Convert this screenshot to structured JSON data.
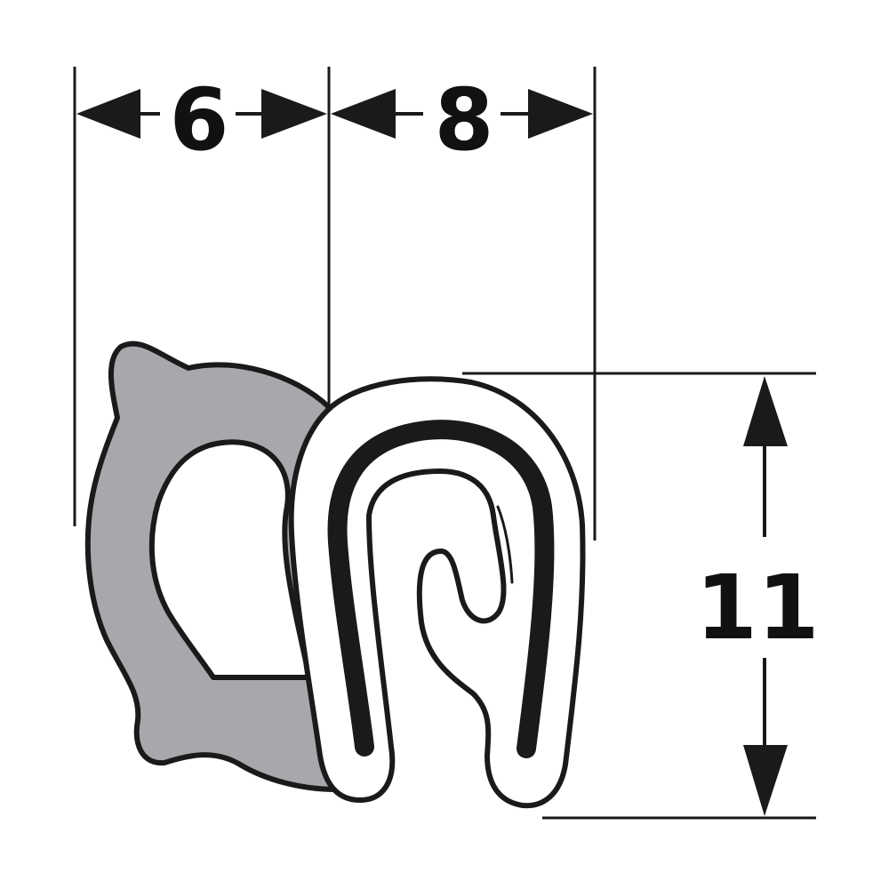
{
  "dimensions": {
    "width_label": "6",
    "gap_label": "8",
    "height_label": "11"
  },
  "colors": {
    "ink": "#1a1a1a",
    "seal_gray": "#a6a8ab",
    "background": "#ffffff"
  }
}
